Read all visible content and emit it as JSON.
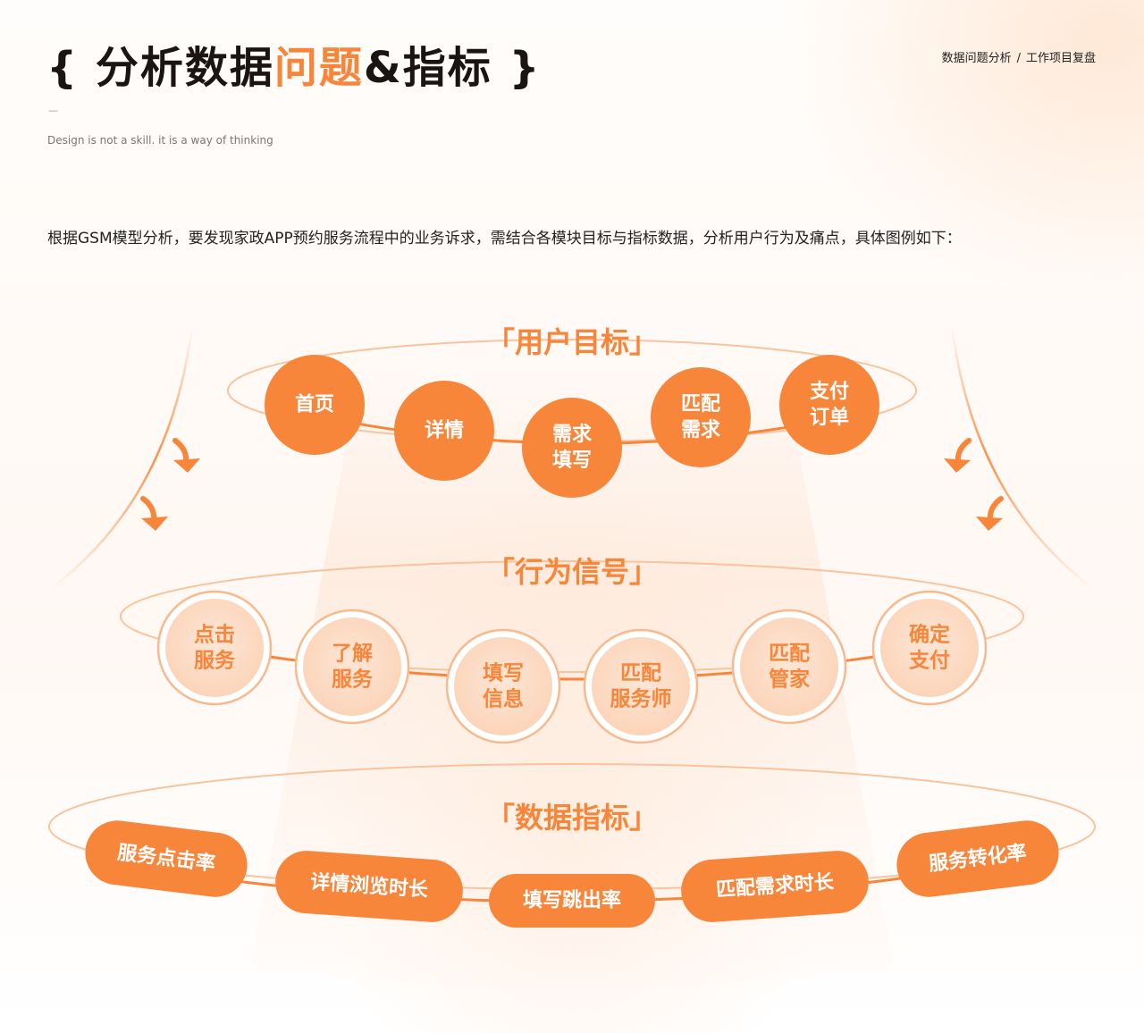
{
  "header": {
    "title_prefix": "{ 分析数据",
    "title_accent": "问题",
    "title_suffix": "&指标 }",
    "nav_primary": "数据问题分析",
    "nav_separator": "/",
    "nav_secondary": "工作项目复盘",
    "dash": "—",
    "tagline": "Design is not a skill. it is a way of thinking"
  },
  "intro": "根据GSM模型分析，要发现家政APP预约服务流程中的业务诉求，需结合各模块目标与指标数据，分析用户行为及痛点，具体图例如下：",
  "colors": {
    "accent": "#f7863a",
    "pale_fill": "#fddcc6",
    "pale_ring": "#f9b98f"
  },
  "goals": {
    "title": "「用户目标」",
    "nodes": [
      {
        "lines": [
          "首页"
        ]
      },
      {
        "lines": [
          "详情"
        ]
      },
      {
        "lines": [
          "需求",
          "填写"
        ]
      },
      {
        "lines": [
          "匹配",
          "需求"
        ]
      },
      {
        "lines": [
          "支付",
          "订单"
        ]
      }
    ]
  },
  "signals": {
    "title": "「行为信号」",
    "nodes": [
      {
        "lines": [
          "点击",
          "服务"
        ]
      },
      {
        "lines": [
          "了解",
          "服务"
        ]
      },
      {
        "lines": [
          "填写",
          "信息"
        ]
      },
      {
        "lines": [
          "匹配",
          "服务师"
        ]
      },
      {
        "lines": [
          "匹配",
          "管家"
        ]
      },
      {
        "lines": [
          "确定",
          "支付"
        ]
      }
    ]
  },
  "metrics": {
    "title": "「数据指标」",
    "pills": [
      {
        "label": "服务点击率"
      },
      {
        "label": "详情浏览时长"
      },
      {
        "label": "填写跳出率"
      },
      {
        "label": "匹配需求时长"
      },
      {
        "label": "服务转化率"
      }
    ]
  }
}
